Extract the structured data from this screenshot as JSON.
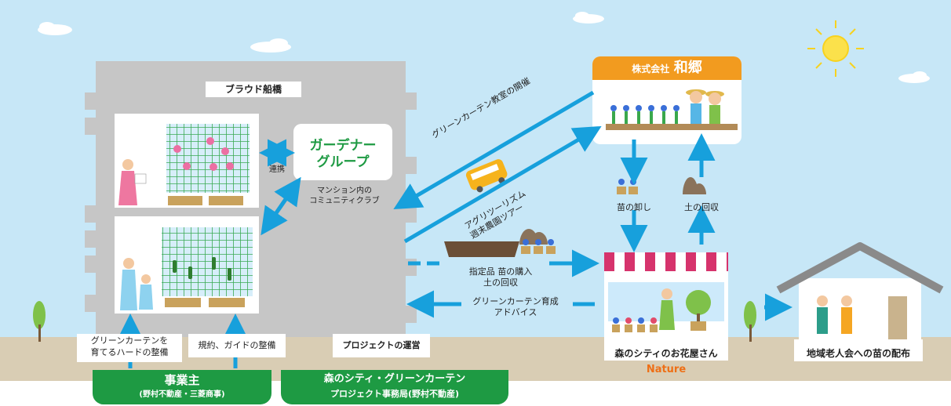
{
  "colors": {
    "sky": "#c7e7f7",
    "ground": "#d9cdb4",
    "building": "#c6c6c6",
    "arrow": "#17a0dc",
    "green": "#1e9a43",
    "orange": "#f29b1f",
    "awning_pink": "#d6336c"
  },
  "building": {
    "name": "ブラウド船橋",
    "left_caption_1": "グリーンカーテンを",
    "left_caption_2": "育てるハードの整備",
    "middle_caption": "規約、ガイドの整備",
    "right_caption": "プロジェクトの運営"
  },
  "gardener": {
    "line1": "ガーデナー",
    "line2": "グループ",
    "link_label": "連携",
    "note1": "マンション内の",
    "note2": "コミュニティクラブ"
  },
  "company": {
    "prefix": "株式会社",
    "name": "和郷"
  },
  "flows": {
    "class_label": "グリーンカーテン教室の開催",
    "tour_line1": "アグリツーリズム",
    "tour_line2": "週末農園ツアー",
    "seedling_wholesale": "苗の卸し",
    "soil_collection": "土の回収",
    "purchase_line1": "指定品 苗の購入",
    "purchase_line2": "土の回収",
    "advice_line1": "グリーンカーテン育成",
    "advice_line2": "アドバイス"
  },
  "shop": {
    "name": "森のシティのお花屋さん",
    "brand": "Nature"
  },
  "house": {
    "caption": "地域老人会への苗の配布"
  },
  "owner": {
    "title": "事業主",
    "sub": "(野村不動産・三菱商事)"
  },
  "office": {
    "line1": "森のシティ・グリーンカーテン",
    "line2": "プロジェクト事務局(野村不動産)"
  }
}
